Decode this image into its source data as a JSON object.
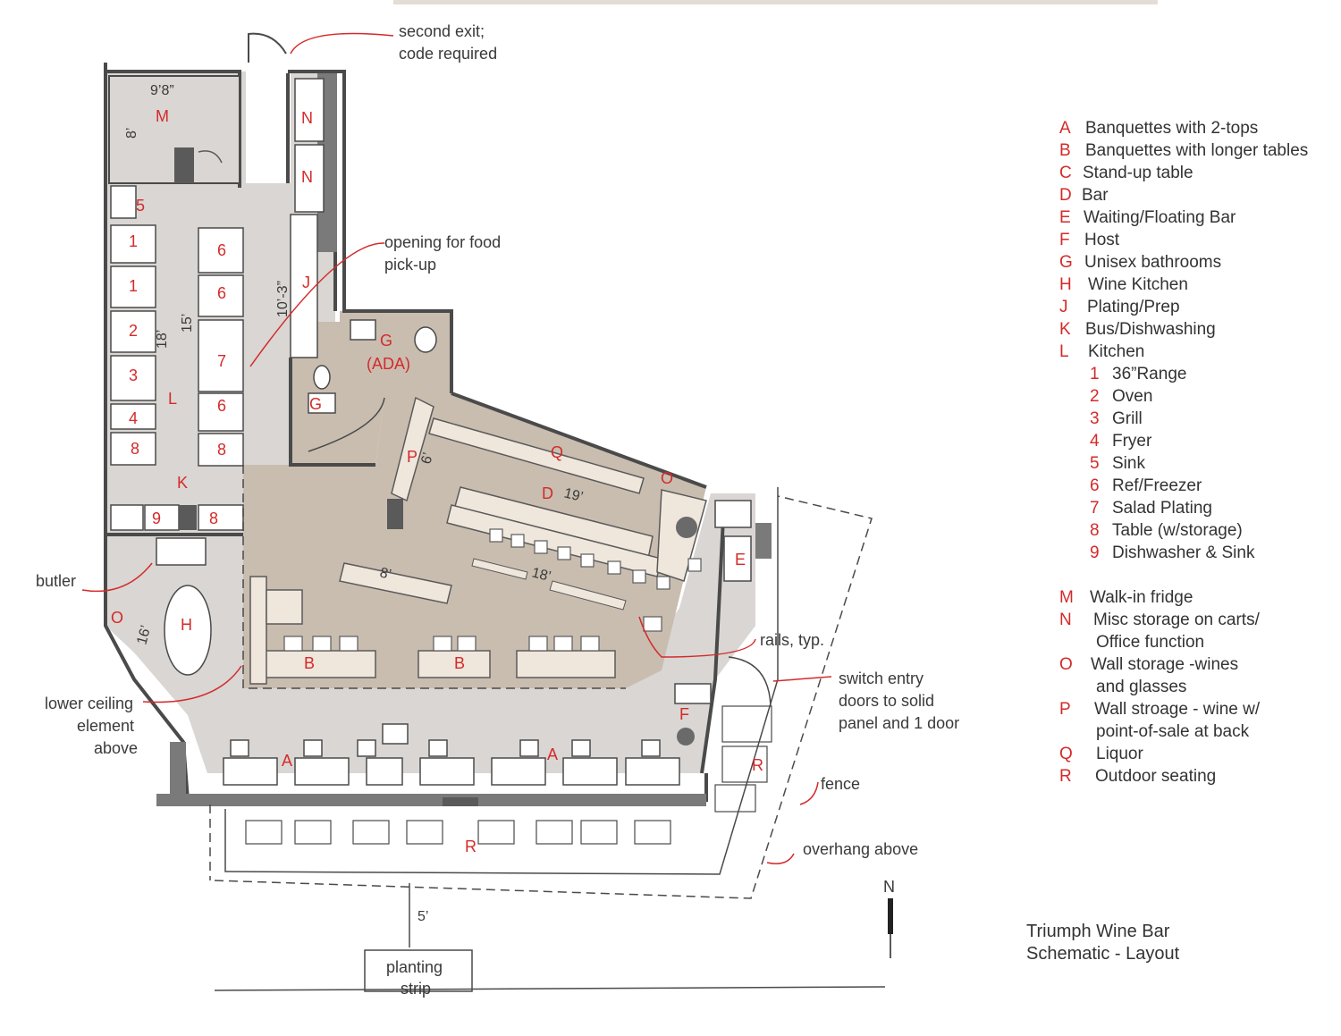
{
  "title": {
    "line1": "Triumph Wine Bar",
    "line2": "Schematic - Layout"
  },
  "legend": [
    {
      "code": "A",
      "label": "Banquettes with 2-tops"
    },
    {
      "code": "B",
      "label": "Banquettes with longer tables"
    },
    {
      "code": "C",
      "label": "Stand-up table"
    },
    {
      "code": "D",
      "label": "Bar"
    },
    {
      "code": "E",
      "label": "Waiting/Floating Bar"
    },
    {
      "code": "F",
      "label": "Host"
    },
    {
      "code": "G",
      "label": "Unisex bathrooms"
    },
    {
      "code": "H",
      "label": "Wine Kitchen"
    },
    {
      "code": "J",
      "label": "Plating/Prep"
    },
    {
      "code": "K",
      "label": "Bus/Dishwashing"
    },
    {
      "code": "L",
      "label": "Kitchen"
    },
    {
      "code": "1",
      "label": "36”Range"
    },
    {
      "code": "2",
      "label": "Oven"
    },
    {
      "code": "3",
      "label": "Grill"
    },
    {
      "code": "4",
      "label": "Fryer"
    },
    {
      "code": "5",
      "label": "Sink"
    },
    {
      "code": "6",
      "label": "Ref/Freezer"
    },
    {
      "code": "7",
      "label": "Salad Plating"
    },
    {
      "code": "8",
      "label": "Table (w/storage)"
    },
    {
      "code": "9",
      "label": "Dishwasher & Sink"
    },
    {
      "code": "M",
      "label": "Walk-in fridge"
    },
    {
      "code": "N",
      "label": "Misc storage on carts/"
    },
    {
      "code": "",
      "label": "Office function"
    },
    {
      "code": "O",
      "label": "Wall storage -wines"
    },
    {
      "code": "",
      "label": "and glasses"
    },
    {
      "code": "P",
      "label": "Wall stroage - wine w/"
    },
    {
      "code": "",
      "label": "point-of-sale at back"
    },
    {
      "code": "Q",
      "label": "Liquor"
    },
    {
      "code": "R",
      "label": "Outdoor seating"
    }
  ],
  "annotations": {
    "second_exit_1": "second exit;",
    "second_exit_2": "code required",
    "opening_1": "opening for food",
    "opening_2": "pick-up",
    "butler": "butler",
    "lower_ceiling_1": "lower ceiling",
    "lower_ceiling_2": "element",
    "lower_ceiling_3": "above",
    "rails": "rails, typ.",
    "switch_1": "switch entry",
    "switch_2": "doors to solid",
    "switch_3": "panel and 1 door",
    "fence": "fence",
    "overhang": "overhang above",
    "planting_1": "planting",
    "planting_2": "strip",
    "north": "N"
  },
  "dimensions": {
    "walkin_w": "9’8”",
    "walkin_h": "8’",
    "kitchen_18": "18’",
    "kitchen_15": "15’",
    "prep_10": "10’-3”",
    "bar_6": "6’",
    "bar_19": "19’",
    "bar_8": "8’",
    "bar_18": "18’",
    "wine_16": "16’",
    "setback_5": "5’"
  },
  "plan_labels": {
    "M": "M",
    "N1": "N",
    "N2": "N",
    "J": "J",
    "G_ada": "G",
    "ada": "(ADA)",
    "G2": "G",
    "P": "P",
    "Q": "Q",
    "O_bar": "O",
    "D": "D",
    "E": "E",
    "F": "F",
    "L": "L",
    "K": "K",
    "H": "H",
    "O_wine": "O",
    "B1": "B",
    "B2": "B",
    "A1": "A",
    "A2": "A",
    "R1": "R",
    "R2": "R",
    "k5": "5",
    "k1a": "1",
    "k1b": "1",
    "k2": "2",
    "k3": "3",
    "k4": "4",
    "k8a": "8",
    "k6a": "6",
    "k6b": "6",
    "k7": "7",
    "k6c": "6",
    "k8b": "8",
    "k9": "9",
    "k8c": "8"
  },
  "colors": {
    "dining_fill": "#c9bdb0",
    "service_fill": "#d9d6d3",
    "wall": "#4a4a4a",
    "red_text": "#d42a2a",
    "table_fill": "#ffffff",
    "bench_fill": "#efe6dc"
  }
}
